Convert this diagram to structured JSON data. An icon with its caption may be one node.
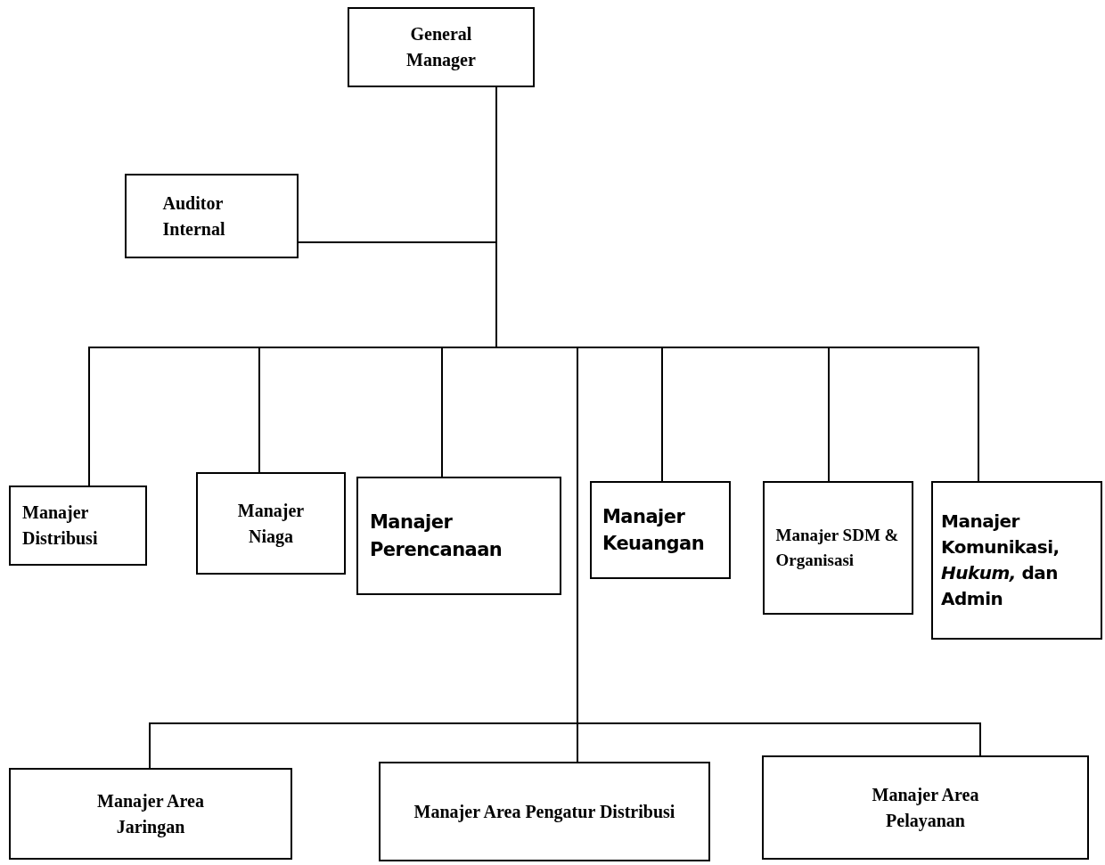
{
  "diagram": {
    "nodes": [
      {
        "text": [
          "General Manager"
        ]
      },
      {
        "text": [
          "Auditor Internal"
        ]
      },
      {
        "text": [
          "Manajer Distribusi"
        ]
      },
      {
        "text": [
          "Manajer Niaga"
        ]
      },
      {
        "text": [
          "Manajer Perencanaan"
        ]
      },
      {
        "text": [
          "Manajer Keuangan"
        ]
      },
      {
        "text": [
          "Manajer SDM & Organisasi"
        ]
      },
      {
        "text": [
          "Manajer Komunikasi, *Hukum,* dan Admin"
        ]
      },
      {
        "text": [
          "Manajer Area Jaringan"
        ]
      },
      {
        "text": [
          "Manajer Area Pengatur Distribusi"
        ]
      },
      {
        "text": [
          "Manajer Area Pelayanan"
        ]
      }
    ],
    "edges": [
      {
        "from": 0,
        "to": 1,
        "arrow": "none"
      },
      {
        "from": 0,
        "to": 2,
        "arrow": "none"
      },
      {
        "from": 0,
        "to": 3,
        "arrow": "none"
      },
      {
        "from": 0,
        "to": 4,
        "arrow": "none"
      },
      {
        "from": 0,
        "to": 5,
        "arrow": "none"
      },
      {
        "from": 0,
        "to": 6,
        "arrow": "none"
      },
      {
        "from": 0,
        "to": 7,
        "arrow": "none"
      },
      {
        "from": 0,
        "to": 8,
        "arrow": "none"
      },
      {
        "from": 0,
        "to": 9,
        "arrow": "none"
      },
      {
        "from": 0,
        "to": 10,
        "arrow": "none"
      }
    ]
  }
}
